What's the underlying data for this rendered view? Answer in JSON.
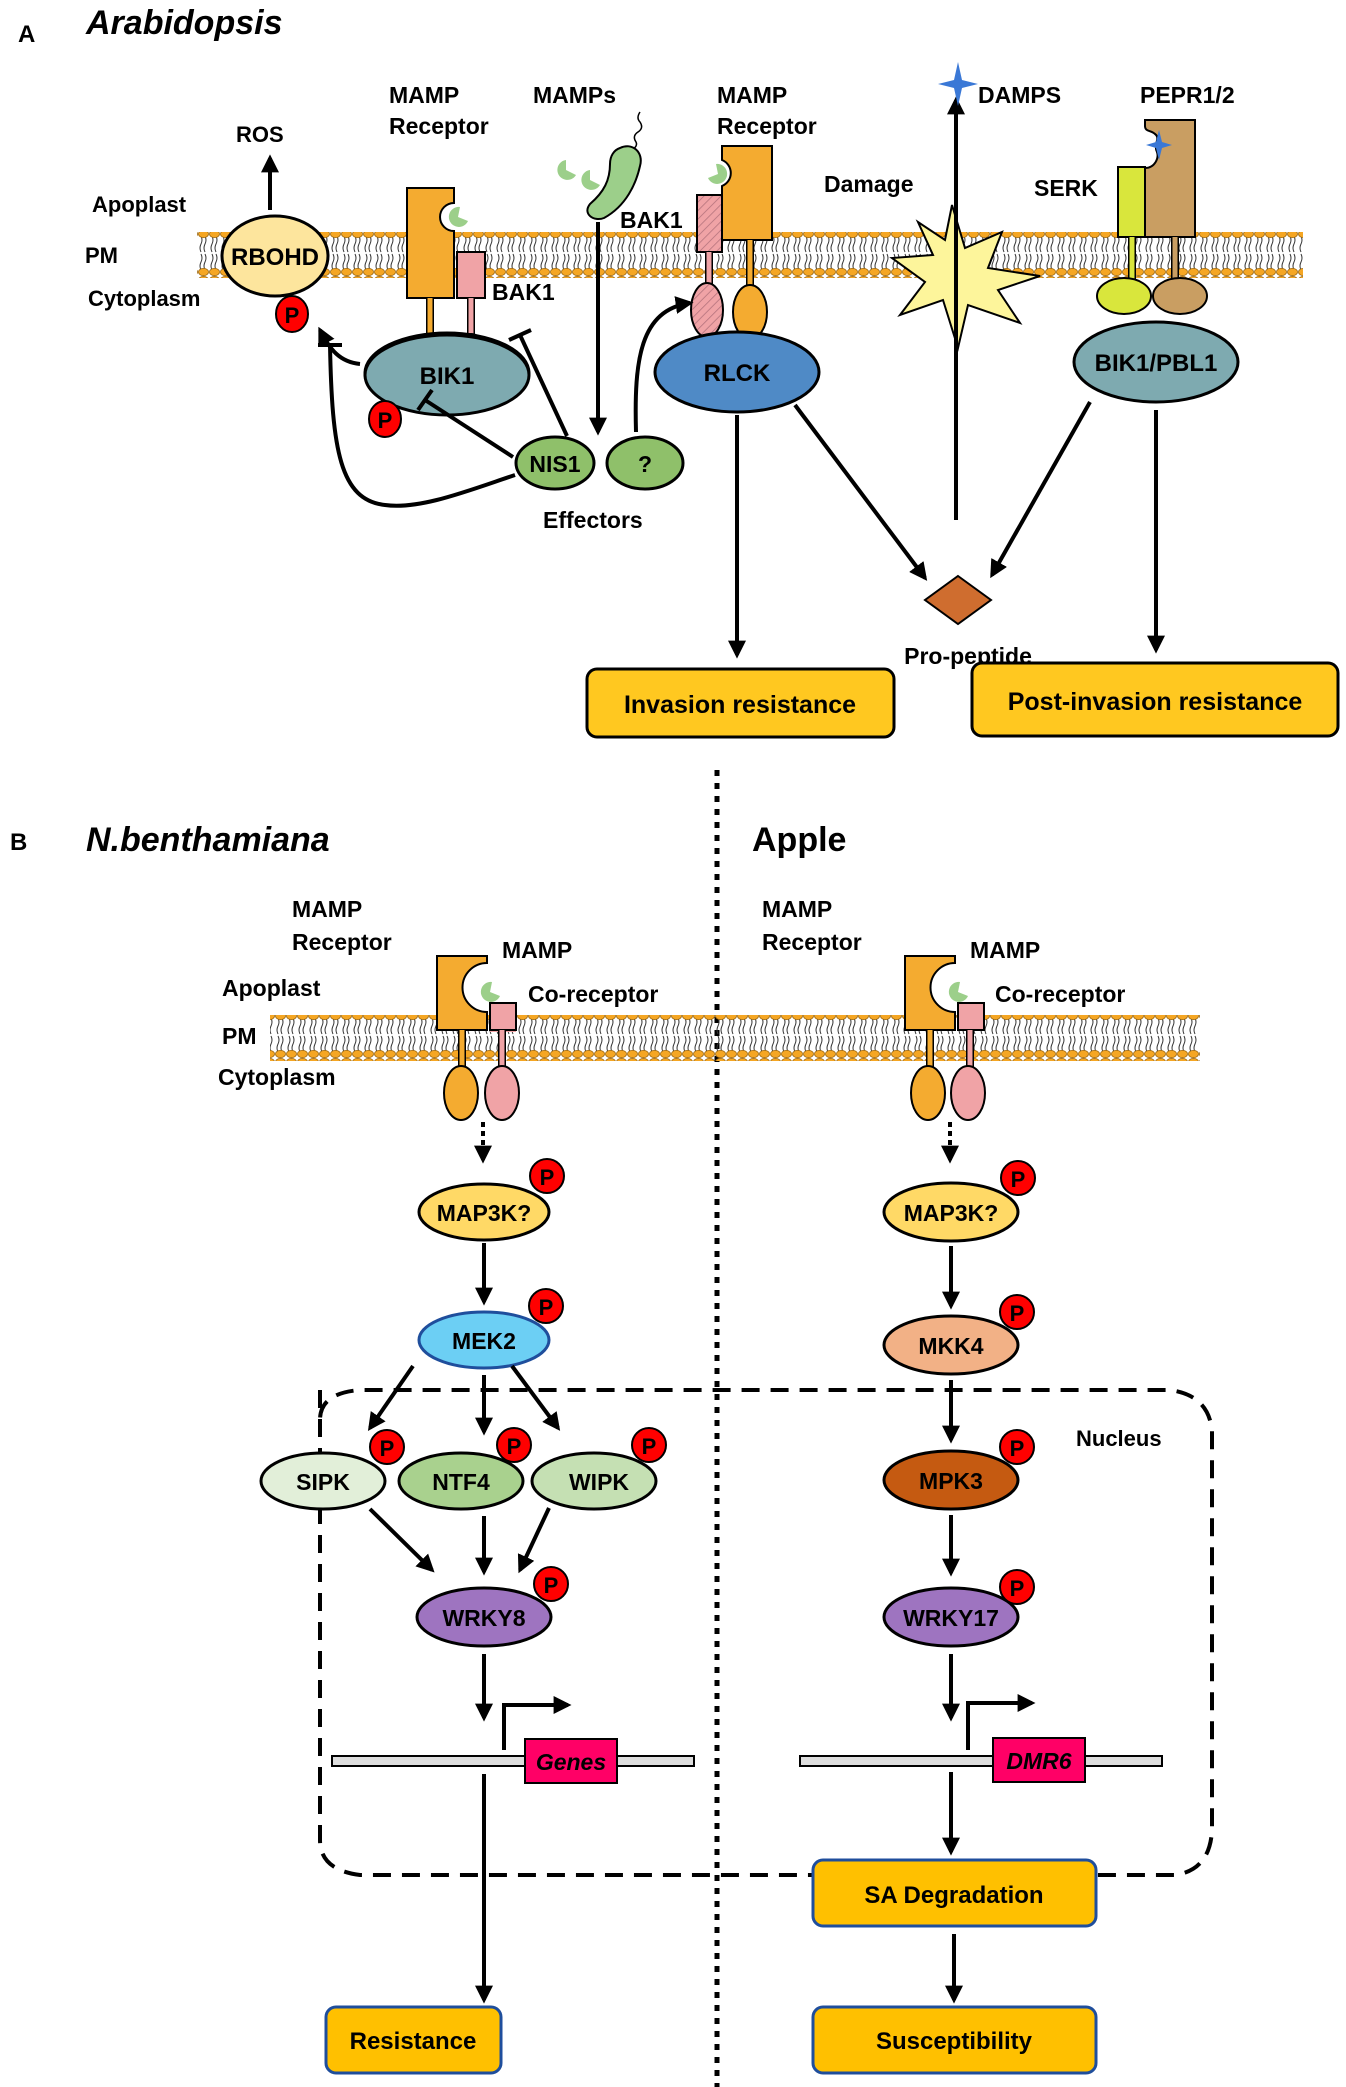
{
  "panelA": {
    "letter": "A",
    "title": "Arabidopsis",
    "labels": {
      "ros": "ROS",
      "apoplast": "Apoplast",
      "pm": "PM",
      "cytoplasm": "Cytoplasm",
      "mamp_receptor_1a": "MAMP",
      "mamp_receptor_1b": "Receptor",
      "mamps": "MAMPs",
      "mamp_receptor_2a": "MAMP",
      "mamp_receptor_2b": "Receptor",
      "bak1_left": "BAK1",
      "bak1_right": "BAK1",
      "damps": "DAMPS",
      "pepr": "PEPR1/2",
      "damage": "Damage",
      "serk": "SERK",
      "effectors": "Effectors",
      "pro_peptide": "Pro-peptide"
    },
    "nodes": {
      "rbohd": "RBOHD",
      "bik1": "BIK1",
      "rlck": "RLCK",
      "bik1_pbl1": "BIK1/PBL1",
      "nis1": "NIS1",
      "unknown_effector": "?",
      "phospho": "P"
    },
    "outcomes": {
      "invasion": "Invasion resistance",
      "post_invasion": "Post-invasion resistance"
    }
  },
  "panelB": {
    "letter": "B",
    "left": {
      "title": "N.benthamiana",
      "mamp_receptor_a": "MAMP",
      "mamp_receptor_b": "Receptor",
      "mamp": "MAMP",
      "co_receptor": "Co-receptor",
      "apoplast": "Apoplast",
      "pm": "PM",
      "cytoplasm": "Cytoplasm",
      "map3k": "MAP3K?",
      "mek2": "MEK2",
      "sipk": "SIPK",
      "ntf4": "NTF4",
      "wipk": "WIPK",
      "wrky": "WRKY8",
      "gene": "Genes",
      "outcome": "Resistance"
    },
    "right": {
      "title": "Apple",
      "mamp_receptor_a": "MAMP",
      "mamp_receptor_b": "Receptor",
      "mamp": "MAMP",
      "co_receptor": "Co-receptor",
      "map3k": "MAP3K?",
      "mkk4": "MKK4",
      "mpk3": "MPK3",
      "wrky": "WRKY17",
      "gene": "DMR6",
      "nucleus": "Nucleus",
      "sa": "SA Degradation",
      "outcome": "Susceptibility"
    },
    "phospho": "P"
  },
  "colors": {
    "membrane_head": "#f5a623",
    "receptor_orange": "#f4ab30",
    "bak1_pink": "#f0a3a6",
    "mamp_green": "#9ccf8a",
    "rbohd_fill": "#fde59d",
    "bik1_teal": "#7eaab0",
    "rlck_blue": "#4f8ac6",
    "effector_green": "#8fc06a",
    "phospho_red": "#ff0000",
    "outcome_yellow": "#ffc820",
    "pro_peptide": "#cf6d2f",
    "damage_yellow": "#fdf59b",
    "serk_lime": "#d9e63c",
    "pepr_tan": "#c99e62",
    "damp_blue": "#3a78d6",
    "map3k_yellow": "#ffd966",
    "mek2_blue": "#6ccff4",
    "sipk_green": "#e2efd9",
    "ntf4_green": "#a9d18e",
    "wipk_green": "#c5e0b3",
    "wrky_purple": "#9e74c0",
    "mkk4_peach": "#f2b186",
    "mpk3_brown": "#c55a11",
    "gene_pink": "#ff0066"
  }
}
